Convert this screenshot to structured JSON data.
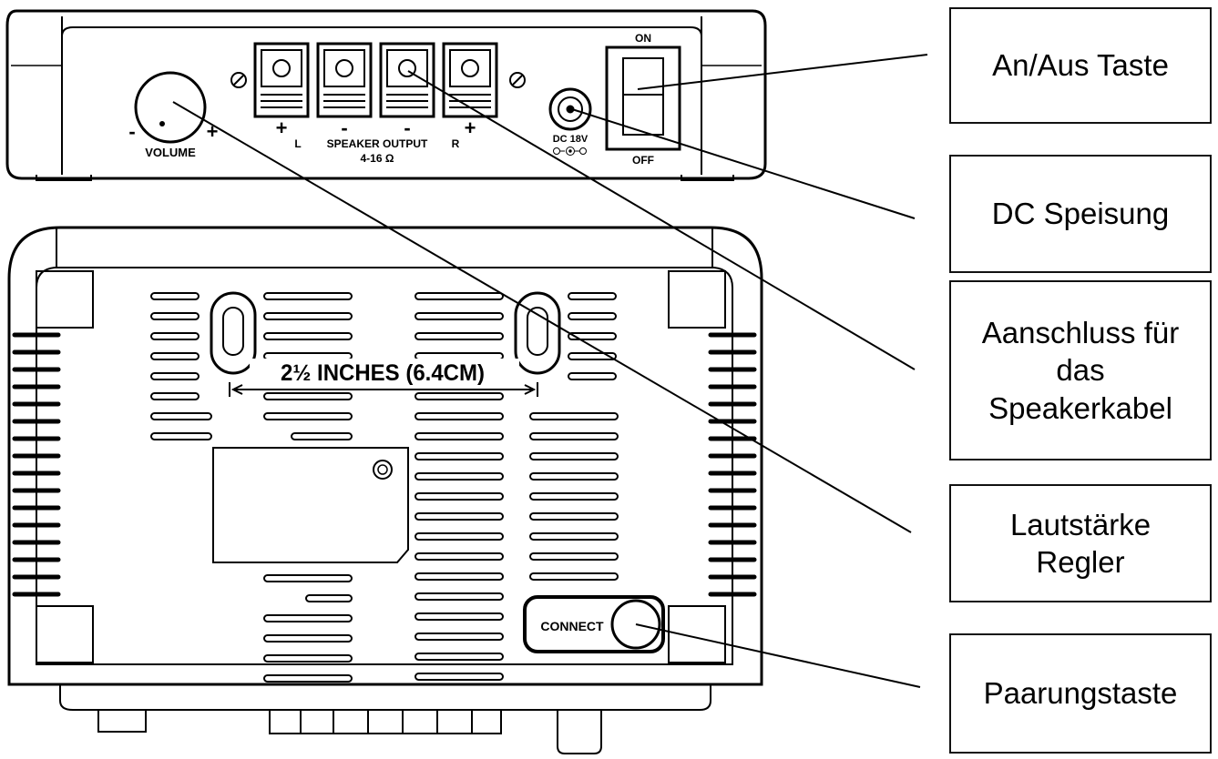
{
  "device_labels": {
    "volume": "VOLUME",
    "volume_minus": "-",
    "volume_plus": "+",
    "speaker_output": "SPEAKER OUTPUT",
    "left": "L",
    "right": "R",
    "impedance": "4-16 Ω",
    "dc": "DC 18V",
    "on": "ON",
    "off": "OFF",
    "spacing": "2½ INCHES (6.4CM)",
    "connect": "CONNECT",
    "terminal_signs": [
      "+",
      "-",
      "-",
      "+"
    ]
  },
  "callouts": [
    {
      "id": "power",
      "lines": [
        "An/Aus Taste"
      ]
    },
    {
      "id": "dc",
      "lines": [
        "DC Speisung"
      ]
    },
    {
      "id": "speaker",
      "lines": [
        "Aanschluss für",
        "das",
        "Speakerkabel"
      ]
    },
    {
      "id": "volume",
      "lines": [
        "Lautstärke",
        "Regler"
      ]
    },
    {
      "id": "pairing",
      "lines": [
        "Paarungstaste"
      ]
    }
  ]
}
